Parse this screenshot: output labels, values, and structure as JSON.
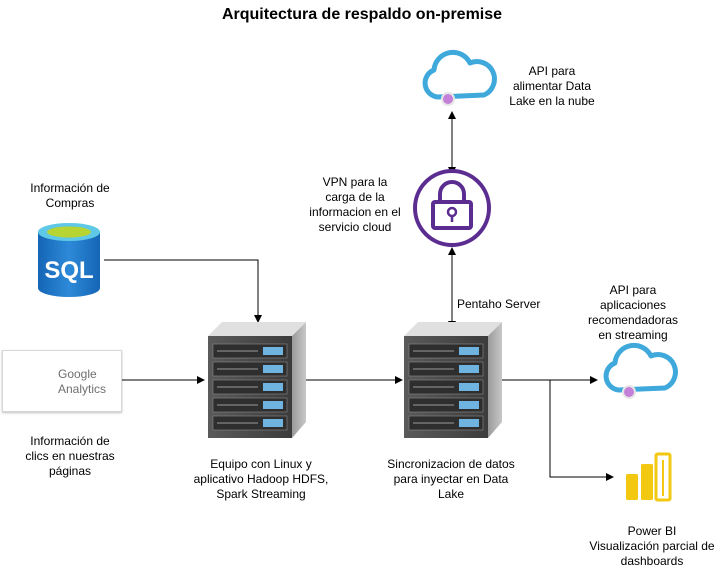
{
  "diagram": {
    "title": "Arquitectura de respaldo on-premise",
    "nodes": {
      "compras": {
        "label": "Información de\nCompras",
        "icon_text": "SQL",
        "icon": "sql-database-icon"
      },
      "google_analytics": {
        "label": "Información de\nclics en nuestras\npáginas",
        "logo_text": "Google\nAnalytics",
        "icon": "google-analytics-logo"
      },
      "hadoop_server": {
        "label": "Equipo con Linux y\naplicativo Hadoop HDFS,\nSpark Streaming",
        "icon": "server-rack-icon"
      },
      "pentaho_server": {
        "label": "Sincronizacion de datos\npara inyectar en Data\nLake",
        "edge_label": "Pentaho Server",
        "icon": "server-rack-icon"
      },
      "vpn": {
        "label": "VPN para la\ncarga de la\ninformacion en el\nservicio cloud",
        "icon": "lock-icon"
      },
      "api_datalake": {
        "label": "API para\nalimentar Data\nLake en la nube",
        "icon": "cloud-api-icon"
      },
      "api_recomendadoras": {
        "label": "API para\naplicaciones\nrecomendadoras\nen streaming",
        "icon": "cloud-api-icon"
      },
      "powerbi": {
        "label": "Power BI\nVisualización parcial de\ndashboards",
        "icon": "power-bi-icon"
      }
    },
    "colors": {
      "vpn_purple": "#5c2d91",
      "cloud_blue": "#3fa9dc",
      "sql_blue": "#1a6fc0",
      "sql_cyan": "#5ec8e6",
      "sql_green": "#b8d432",
      "powerbi_yellow": "#f2c811",
      "ga_orange": "#f9ab00",
      "ga_dark_orange": "#e37400"
    }
  }
}
